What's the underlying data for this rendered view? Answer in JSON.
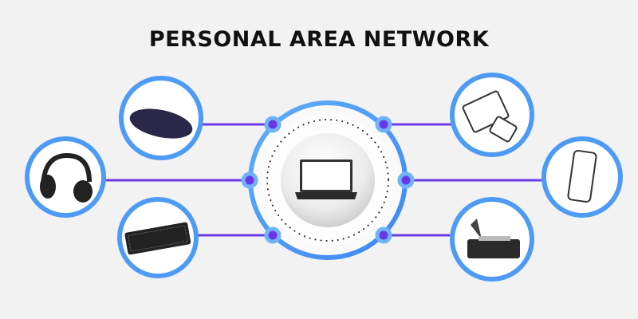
{
  "title": "PERSONAL AREA NETWORK",
  "colors": {
    "ring": "#4e9bf5",
    "link": "#6a3ce6",
    "node": "#6b35e8",
    "background": "#f2f2f2"
  },
  "center_device": "laptop-icon",
  "devices": [
    {
      "icon": "mouse-icon",
      "side": "left"
    },
    {
      "icon": "headphones-icon",
      "side": "left"
    },
    {
      "icon": "keyboard-icon",
      "side": "left"
    },
    {
      "icon": "tablet-phone-icon",
      "side": "right"
    },
    {
      "icon": "smartphone-icon",
      "side": "right"
    },
    {
      "icon": "printer-icon",
      "side": "right"
    }
  ]
}
